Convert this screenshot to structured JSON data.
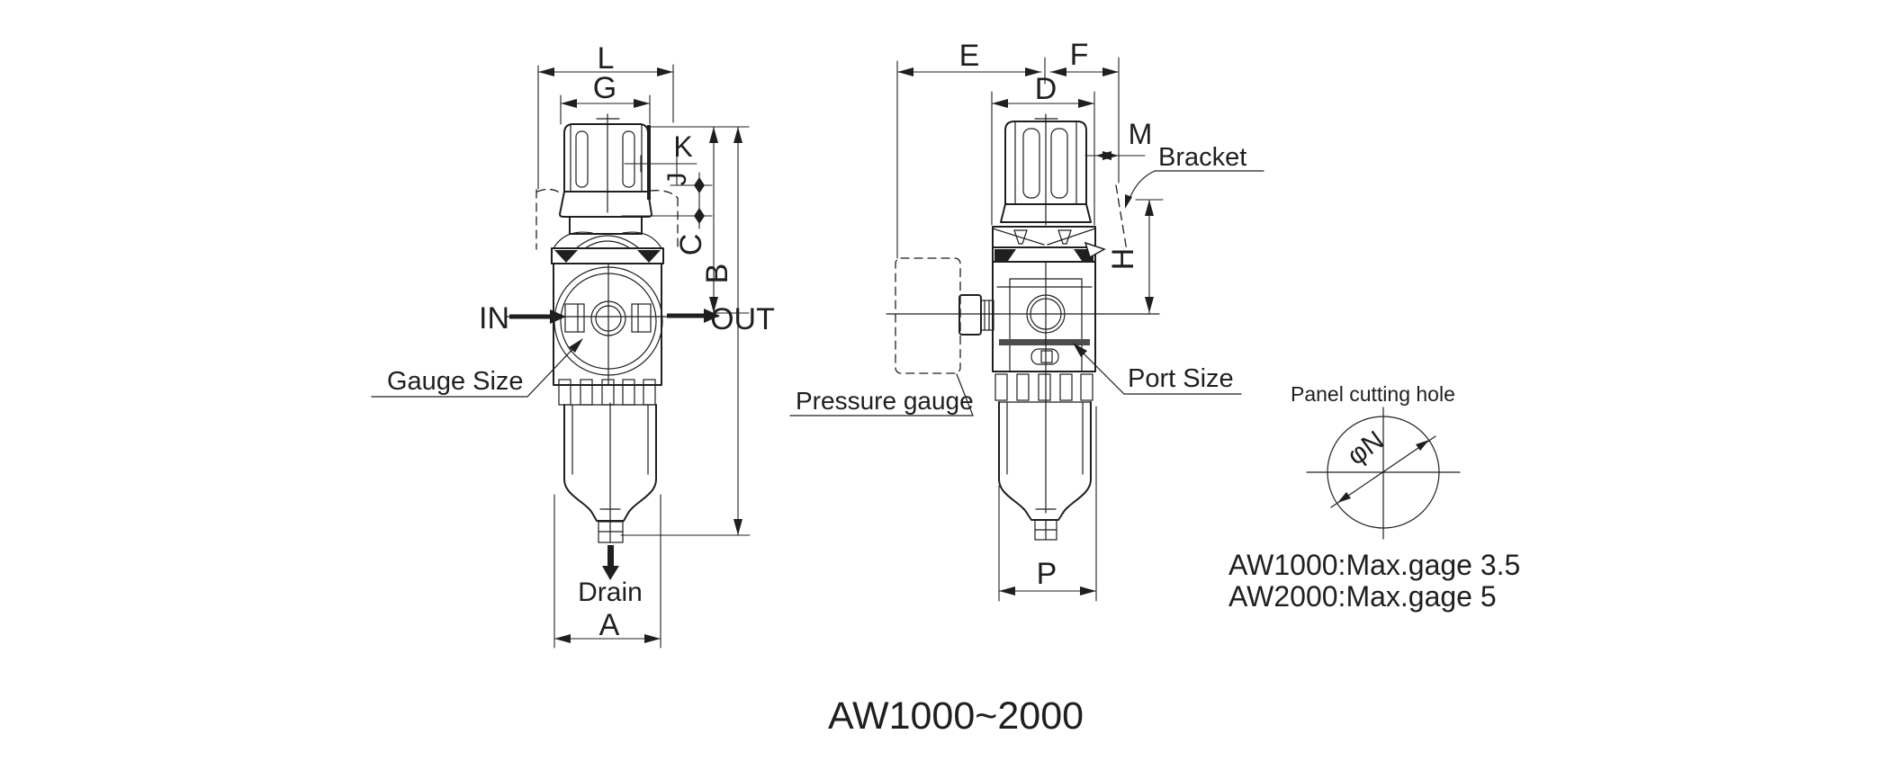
{
  "title": "AW1000~2000",
  "front_view": {
    "dim_labels": {
      "l": "L",
      "g": "G",
      "k": "K",
      "j": "J",
      "c": "C",
      "b": "B",
      "a": "A"
    },
    "flow_labels": {
      "in": "IN",
      "out": "OUT",
      "drain": "Drain"
    },
    "callouts": {
      "gauge_size": "Gauge Size"
    }
  },
  "side_view": {
    "dim_labels": {
      "e": "E",
      "f": "F",
      "d": "D",
      "m": "M",
      "h": "H",
      "p": "P"
    },
    "callouts": {
      "bracket": "Bracket",
      "pressure_gauge": "Pressure gauge",
      "port_size": "Port Size"
    }
  },
  "panel_hole": {
    "caption": "Panel cutting hole",
    "diameter_label": "φN"
  },
  "notes": {
    "aw1000": "AW1000:Max.gage 3.5",
    "aw2000": "AW2000:Max.gage  5"
  },
  "colors": {
    "ink": "#1f1f1f",
    "background": "#ffffff"
  }
}
